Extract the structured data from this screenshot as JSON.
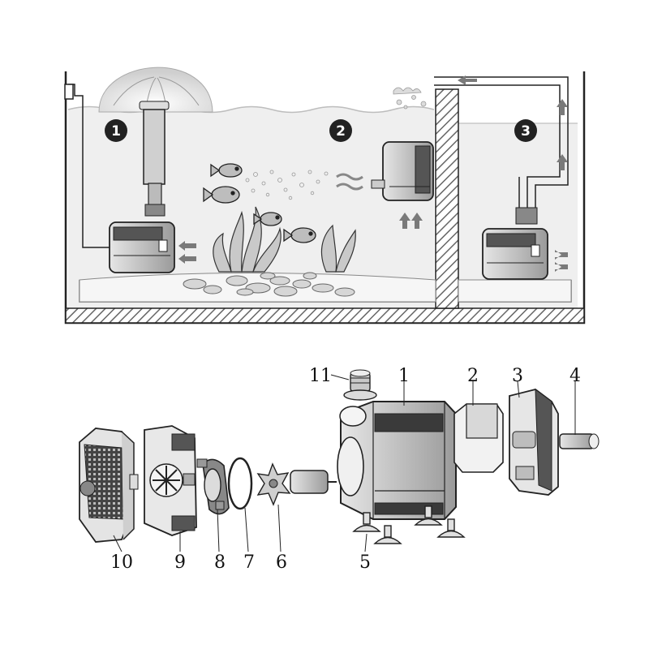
{
  "aquarium": {
    "badges": [
      "1",
      "2",
      "3"
    ]
  },
  "exploded_view": {
    "part_labels": [
      "11",
      "1",
      "2",
      "3",
      "4",
      "10",
      "9",
      "8",
      "7",
      "6",
      "5"
    ]
  },
  "colors": {
    "line": "#222222",
    "water": "#eeeeee",
    "pump_shade": "#cccccc",
    "arrow": "#7a7a7a",
    "badge": "#222222"
  }
}
